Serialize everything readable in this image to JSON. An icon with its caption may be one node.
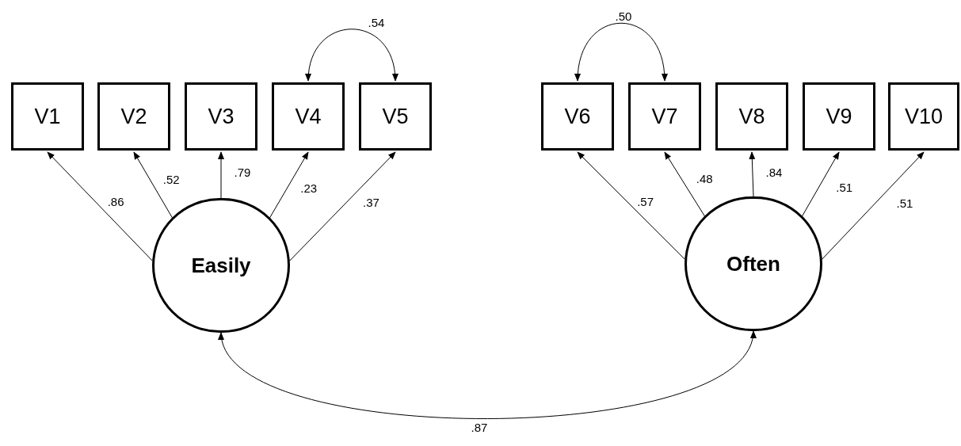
{
  "diagram": {
    "nodes": [
      {
        "text": [
          "V1"
        ]
      },
      {
        "text": [
          "V2"
        ]
      },
      {
        "text": [
          "V3"
        ]
      },
      {
        "text": [
          "V4"
        ]
      },
      {
        "text": [
          "V5"
        ]
      },
      {
        "text": [
          "V6"
        ]
      },
      {
        "text": [
          "V7"
        ]
      },
      {
        "text": [
          "V8"
        ]
      },
      {
        "text": [
          "V9"
        ]
      },
      {
        "text": [
          "V10"
        ]
      },
      {
        "text": [
          "Easily"
        ]
      },
      {
        "text": [
          "Often"
        ]
      }
    ],
    "edges": [
      {
        "from": 10,
        "to": 0,
        "arrow": "to",
        "label": ".86"
      },
      {
        "from": 10,
        "to": 1,
        "arrow": "to",
        "label": ".52"
      },
      {
        "from": 10,
        "to": 2,
        "arrow": "to",
        "label": ".79"
      },
      {
        "from": 10,
        "to": 3,
        "arrow": "to",
        "label": ".23"
      },
      {
        "from": 10,
        "to": 4,
        "arrow": "to",
        "label": ".37"
      },
      {
        "from": 11,
        "to": 5,
        "arrow": "to",
        "label": ".57"
      },
      {
        "from": 11,
        "to": 6,
        "arrow": "to",
        "label": ".48"
      },
      {
        "from": 11,
        "to": 7,
        "arrow": "to",
        "label": ".84"
      },
      {
        "from": 11,
        "to": 8,
        "arrow": "to",
        "label": ".51"
      },
      {
        "from": 11,
        "to": 9,
        "arrow": "to",
        "label": ".51"
      },
      {
        "from": 3,
        "to": 4,
        "arrow": "both",
        "label": ".54"
      },
      {
        "from": 5,
        "to": 6,
        "arrow": "both",
        "label": ".50"
      },
      {
        "from": 10,
        "to": 11,
        "arrow": "both",
        "label": ".87"
      }
    ]
  }
}
